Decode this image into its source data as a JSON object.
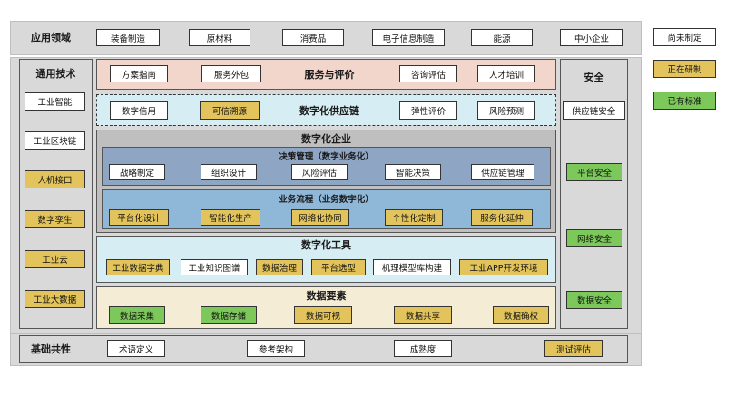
{
  "app": {
    "label": "应用领域",
    "items": [
      "装备制造",
      "原材料",
      "消费品",
      "电子信息制造",
      "能源",
      "中小企业"
    ]
  },
  "legend": {
    "not_made": "尚未制定",
    "in_progress": "正在研制",
    "done": "已有标准"
  },
  "general": {
    "title": "通用技术",
    "items": [
      "工业智能",
      "工业区块链",
      "人机接口",
      "数字孪生",
      "工业云",
      "工业大数据"
    ]
  },
  "service": {
    "title": "服务与评价",
    "items": [
      "方案指南",
      "服务外包",
      "咨询评估",
      "人才培训"
    ]
  },
  "supply": {
    "title": "数字化供应链",
    "items": [
      "数字信用",
      "可信溯源",
      "弹性评价",
      "风险预测"
    ]
  },
  "enterprise": {
    "title": "数字化企业",
    "decision": {
      "title": "决策管理（数字业务化）",
      "items": [
        "战略制定",
        "组织设计",
        "风险评估",
        "智能决策",
        "供应链管理"
      ]
    },
    "process": {
      "title": "业务流程（业务数字化）",
      "items": [
        "平台化设计",
        "智能化生产",
        "网络化协同",
        "个性化定制",
        "服务化延伸"
      ]
    }
  },
  "tools": {
    "title": "数字化工具",
    "items": [
      "工业数据字典",
      "工业知识图谱",
      "数据治理",
      "平台选型",
      "机理模型库构建",
      "工业APP开发环境"
    ]
  },
  "elements": {
    "title": "数据要素",
    "items": [
      "数据采集",
      "数据存储",
      "数据可视",
      "数据共享",
      "数据确权"
    ]
  },
  "security": {
    "title": "安全",
    "items": [
      "供应链安全",
      "平台安全",
      "网络安全",
      "数据安全"
    ]
  },
  "basic": {
    "title": "基础共性",
    "items": [
      "术语定义",
      "参考架构",
      "成熟度",
      "测试评估"
    ]
  }
}
